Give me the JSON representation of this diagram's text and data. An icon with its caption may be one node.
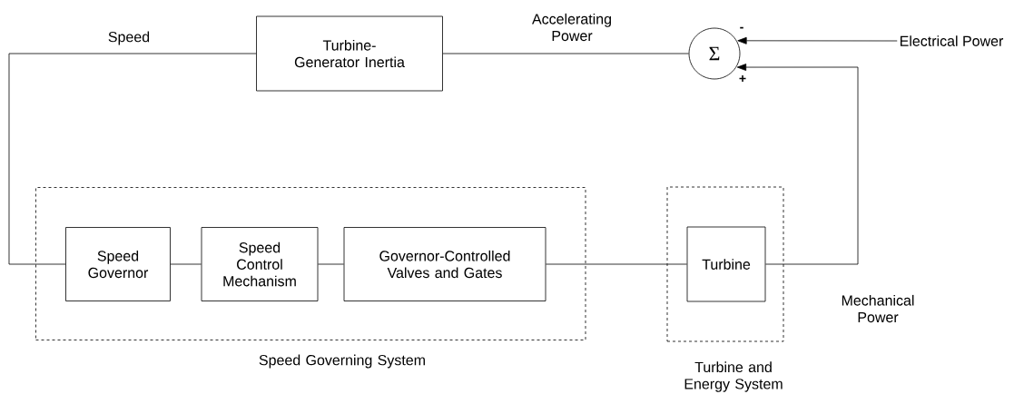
{
  "diagram": {
    "nodes": [
      {
        "text": [
          "Turbine-Generator Inertia"
        ]
      },
      {
        "text": [
          "Σ"
        ],
        "beside": [
          "-",
          "+"
        ]
      },
      {
        "text": [
          "Speed Governing System"
        ]
      },
      {
        "text": [
          "Speed Governor"
        ],
        "in": 2
      },
      {
        "text": [
          "Speed Control Mechanism"
        ],
        "in": 2
      },
      {
        "text": [
          "Governor-Controlled Valves and Gates"
        ],
        "in": 2
      },
      {
        "text": [
          "Turbine and Energy System"
        ]
      },
      {
        "text": [
          "Turbine"
        ],
        "in": 6
      },
      {
        "text": [
          "Electrical Power"
        ]
      }
    ],
    "edges": [
      {
        "from": 1,
        "to": 0,
        "arrow": "none",
        "label": "Accelerating Power"
      },
      {
        "from": 0,
        "to": 3,
        "arrow": "none",
        "label": "Speed"
      },
      {
        "from": 3,
        "to": 4,
        "arrow": "none"
      },
      {
        "from": 4,
        "to": 5,
        "arrow": "none"
      },
      {
        "from": 5,
        "to": 7,
        "arrow": "none"
      },
      {
        "from": 7,
        "to": 1,
        "arrow": "to",
        "label": "Mechanical Power"
      },
      {
        "from": 8,
        "to": 1,
        "arrow": "to"
      }
    ]
  }
}
